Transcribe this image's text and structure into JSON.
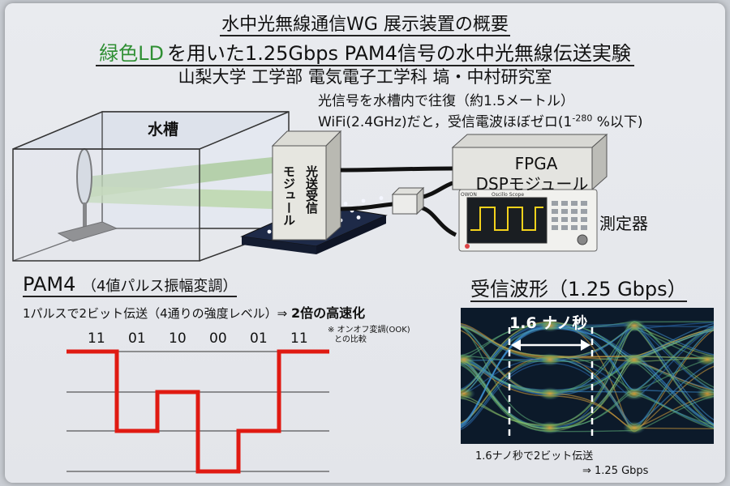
{
  "header": {
    "title": "水中光無線通信WG 展示装置の概要",
    "subtitle_green": "緑色LD",
    "subtitle_rest": "を用いた1.25Gbps PAM4信号の水中光無線伝送実験",
    "affiliation": "山梨大学 工学部 電気電子工学科 塙・中村研究室"
  },
  "setup": {
    "note_line1": "光信号を水槽内で往復（約1.5メートル）",
    "note_line2_prefix": "WiFi(2.4GHz)だと，受信電波ほぼゼロ(1",
    "note_line2_exp": "-280",
    "note_line2_suffix": " %以下)",
    "tank_label": "水槽",
    "module_col1": "光送受信",
    "module_col2": "モジュール",
    "fpga_line1": "FPGA",
    "fpga_line2": "DSPモジュール",
    "meter_label": "測定器",
    "scope_brand": "OWON",
    "scope_title": "Oscillo Scope"
  },
  "pam4": {
    "title": "PAM4",
    "title_paren": "（4値パルス振幅変調）",
    "desc": "1パルスで2ビット伝送（4通りの強度レベル）⇒",
    "desc_bold": "2倍の高速化",
    "footnote_line1": "※ オンオフ変調(OOK)",
    "footnote_line2": "との比較",
    "bits": [
      "11",
      "01",
      "10",
      "00",
      "01",
      "11"
    ],
    "levels": [
      3,
      1,
      2,
      0,
      1,
      3
    ],
    "line_color": "#e01a12"
  },
  "eye": {
    "title": "受信波形（1.25 Gbps）",
    "interval_label": "1.6 ナノ秒",
    "caption_line1": "1.6ナノ秒で2ビット伝送",
    "caption_line2": "⇒ 1.25 Gbps"
  }
}
